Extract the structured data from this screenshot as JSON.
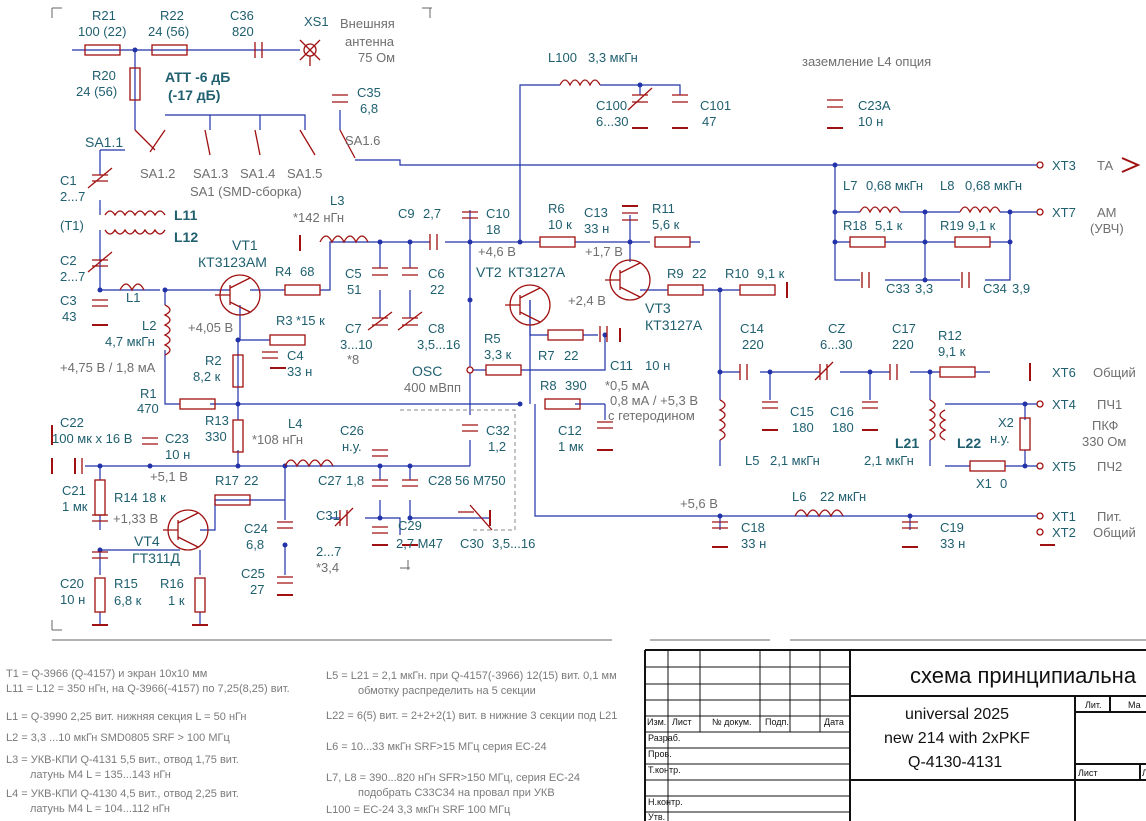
{
  "components": {
    "R21": {
      "ref": "R21",
      "value": "100 (22)"
    },
    "R22": {
      "ref": "R22",
      "value": "24 (56)"
    },
    "C36": {
      "ref": "C36",
      "value": "820"
    },
    "XS1": {
      "ref": "XS1",
      "value": "Внешняя",
      "value2": "антенна",
      "value3": "75 Ом"
    },
    "R20": {
      "ref": "R20",
      "value": "24 (56)"
    },
    "ATT": {
      "line1": "ATT -6 дБ",
      "line2": "(-17 дБ)"
    },
    "C35": {
      "ref": "C35",
      "value": "6,8"
    },
    "SA1_1": {
      "ref": "SA1.1"
    },
    "SA1_2": {
      "ref": "SA1.2"
    },
    "SA1_3": {
      "ref": "SA1.3"
    },
    "SA1_4": {
      "ref": "SA1.4"
    },
    "SA1_5": {
      "ref": "SA1.5"
    },
    "SA1_6": {
      "ref": "SA1.6"
    },
    "SA1": {
      "ref": "SA1 (SMD-сборка)"
    },
    "C1": {
      "ref": "C1",
      "value": "2...7"
    },
    "T1": {
      "ref": "(T1)"
    },
    "L11": {
      "ref": "L11"
    },
    "L12": {
      "ref": "L12"
    },
    "C2": {
      "ref": "C2",
      "value": "2...7"
    },
    "C3": {
      "ref": "C3",
      "value": "43"
    },
    "L1": {
      "ref": "L1"
    },
    "L2": {
      "ref": "L2",
      "value": "4,7 мкГн"
    },
    "R1": {
      "ref": "R1",
      "value": "470"
    },
    "VT1": {
      "ref": "VT1",
      "value": "КТ3123АМ"
    },
    "R4": {
      "ref": "R4",
      "value": "68"
    },
    "L3": {
      "ref": "L3",
      "value": "*142 нГн"
    },
    "C9": {
      "ref": "C9",
      "value": "2,7"
    },
    "C10": {
      "ref": "C10",
      "value": "18"
    },
    "R3": {
      "ref": "R3",
      "value": "*15 к"
    },
    "C4": {
      "ref": "C4",
      "value": "33 н"
    },
    "R2": {
      "ref": "R2",
      "value": "8,2 к"
    },
    "C5": {
      "ref": "C5",
      "value": "51"
    },
    "C6": {
      "ref": "C6",
      "value": "22"
    },
    "C7": {
      "ref": "C7",
      "value": "3...10",
      "note": "*8"
    },
    "C8": {
      "ref": "C8",
      "value": "3,5...16"
    },
    "R13": {
      "ref": "R13",
      "value": "330"
    },
    "L4": {
      "ref": "L4",
      "value": "*108 нГн"
    },
    "C26": {
      "ref": "C26",
      "value": "н.у."
    },
    "C22": {
      "ref": "C22",
      "value": "100 мк х 16 В"
    },
    "C23": {
      "ref": "C23",
      "value": "10 н"
    },
    "C21": {
      "ref": "C21",
      "value": "1 мк"
    },
    "R14": {
      "ref": "R14",
      "value": "18 к"
    },
    "R17": {
      "ref": "R17",
      "value": "22"
    },
    "C27": {
      "ref": "C27",
      "value": "1,8"
    },
    "C28": {
      "ref": "C28",
      "value": "56 М750"
    },
    "C24": {
      "ref": "C24",
      "value": "6,8"
    },
    "VT4": {
      "ref": "VT4",
      "value": "ГТ311Д"
    },
    "C31": {
      "ref": "C31",
      "value": "2...7",
      "note": "*3,4"
    },
    "C29": {
      "ref": "C29",
      "value": "2,7 М47"
    },
    "C30": {
      "ref": "C30",
      "value": "3,5...16"
    },
    "C25": {
      "ref": "C25",
      "value": "27"
    },
    "C20": {
      "ref": "C20",
      "value": "10 н"
    },
    "R15": {
      "ref": "R15",
      "value": "6,8 к"
    },
    "R16": {
      "ref": "R16",
      "value": "1 к"
    },
    "C32": {
      "ref": "C32",
      "value": "1,2"
    },
    "L100": {
      "ref": "L100",
      "value": "3,3 мкГн"
    },
    "C100": {
      "ref": "C100",
      "value": "6...30"
    },
    "C101": {
      "ref": "C101",
      "value": "47"
    },
    "C23A": {
      "ref": "C23A",
      "value": "10 н"
    },
    "R6": {
      "ref": "R6",
      "value": "10 к"
    },
    "C13": {
      "ref": "C13",
      "value": "33 н"
    },
    "R11": {
      "ref": "R11",
      "value": "5,6 к"
    },
    "VT2": {
      "ref": "VT2",
      "value": "КТ3127А"
    },
    "VT3": {
      "ref": "VT3",
      "value": "КТ3127А"
    },
    "R9": {
      "ref": "R9",
      "value": "22"
    },
    "R10": {
      "ref": "R10",
      "value": "9,1 к"
    },
    "R5": {
      "ref": "R5",
      "value": "3,3 к"
    },
    "R7": {
      "ref": "R7",
      "value": "22"
    },
    "C11": {
      "ref": "C11",
      "value": "10 н"
    },
    "R8": {
      "ref": "R8",
      "value": "390"
    },
    "C12": {
      "ref": "C12",
      "value": "1 мк"
    },
    "L7": {
      "ref": "L7",
      "value": "0,68 мкГн"
    },
    "L8": {
      "ref": "L8",
      "value": "0,68 мкГн"
    },
    "R18": {
      "ref": "R18",
      "value": "5,1 к"
    },
    "R19": {
      "ref": "R19",
      "value": "9,1 к"
    },
    "C33": {
      "ref": "C33",
      "value": "3,3"
    },
    "C34": {
      "ref": "C34",
      "value": "3,9"
    },
    "C14": {
      "ref": "C14",
      "value": "220"
    },
    "CZ": {
      "ref": "CZ",
      "value": "6...30"
    },
    "C17": {
      "ref": "C17",
      "value": "220"
    },
    "R12": {
      "ref": "R12",
      "value": "9,1 к"
    },
    "C15": {
      "ref": "C15",
      "value": "180"
    },
    "C16": {
      "ref": "C16",
      "value": "180"
    },
    "L5": {
      "ref": "L5",
      "value": "2,1 мкГн"
    },
    "L21": {
      "ref": "L21",
      "value": "2,1 мкГн"
    },
    "L22": {
      "ref": "L22"
    },
    "X2": {
      "ref": "X2",
      "value": "н.у."
    },
    "X1": {
      "ref": "X1",
      "value": "0"
    },
    "C18": {
      "ref": "C18",
      "value": "33 н"
    },
    "L6": {
      "ref": "L6",
      "value": "22 мкГн"
    },
    "C19": {
      "ref": "C19",
      "value": "33 н"
    }
  },
  "nets": {
    "v475": "+4,75 В / 1,8 мА",
    "v405": "+4,05 В",
    "v46": "+4,6 В",
    "v17": "+1,7 В",
    "v24": "+2,4 В",
    "v51": "+5,1 В",
    "v133": "+1,33 В",
    "v56": "+5,6 В",
    "osc1": "OSC",
    "osc2": "400 мВпп",
    "meas1": "*0,5 мА",
    "meas2": "0,8 мА / +5,3 В",
    "meas3": "с гетеродином",
    "ground_opt": "заземление L4 опция"
  },
  "connectors": {
    "XT3": {
      "ref": "XT3",
      "name": "ТА"
    },
    "XT7": {
      "ref": "XT7",
      "name": "АМ",
      "name2": "(УВЧ)"
    },
    "XT6": {
      "ref": "XT6",
      "name": "Общий"
    },
    "XT4": {
      "ref": "XT4",
      "name": "ПЧ1"
    },
    "XT5": {
      "ref": "XT5",
      "name": "ПЧ2"
    },
    "PKF": {
      "line1": "ПКФ",
      "line2": "330 Ом"
    },
    "XT1": {
      "ref": "XT1",
      "name": "Пит."
    },
    "XT2": {
      "ref": "XT2",
      "name": "Общий"
    }
  },
  "notes_left": [
    "T1 = Q-3966 (Q-4157) и экран 10х10 мм",
    "L11 = L12 = 350 нГн,  на Q-3966(-4157) по 7,25(8,25) вит.",
    "L1 = Q-3990  2,25 вит. нижняя секция  L = 50 нГн",
    "L2 = 3,3 ...10 мкГн  SMD0805  SRF > 100 МГц",
    "L3 = УКВ-КПИ Q-4131  5,5 вит., отвод 1,75 вит.",
    "латунь М4  L = 135...143 нГн",
    "L4 = УКВ-КПИ Q-4130  4,5 вит., отвод 2,25 вит.",
    "латунь М4  L = 104...112 нГн"
  ],
  "notes_right": [
    "L5 = L21 = 2,1 мкГн. при Q-4157(-3966) 12(15) вит. 0,1 мм",
    "обмотку распределить на 5 секции",
    "L22 = 6(5) вит. = 2+2+2(1) вит. в нижние 3 секции под L21",
    "L6 = 10...33 мкГн  SRF>15 МГц серия ЕС-24",
    "L7, L8 = 390...820 нГн  SFR>150 МГц, серия ЕС-24",
    "подобрать С33С34 на провал при УКВ",
    "L100 =  ЕС-24  3,3 мкГн SRF 100 МГц"
  ],
  "title_block": {
    "title": "схема принципиальна",
    "line1": "universal 2025",
    "line2": "new 214 with 2xPKF",
    "line3": "Q-4130-4131",
    "headers": [
      "Изм.",
      "Лист",
      "№ докум.",
      "Подп.",
      "Дата"
    ],
    "rows": [
      "Разраб.",
      "Пров.",
      "Т.контр.",
      "Н.контр.",
      "Утв."
    ],
    "lit": "Лит.",
    "ma": "Ма",
    "list": "Лист",
    "l": "Л"
  }
}
